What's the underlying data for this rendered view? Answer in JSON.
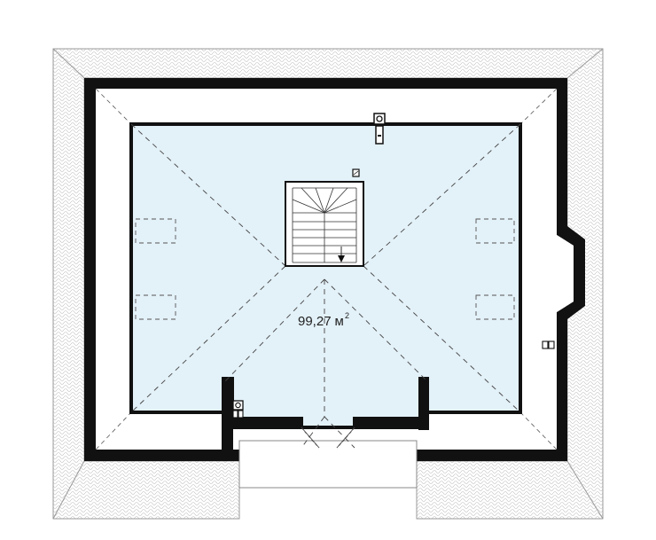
{
  "plan": {
    "area_value": "99,27",
    "area_unit": "м",
    "area_exponent": "2",
    "colors": {
      "room_fill": "#e3f1f8",
      "wall": "#111111",
      "roof_tile": "#c9c9c9",
      "background": "#ffffff"
    },
    "icons": [
      "roof-tile-pattern",
      "staircase-icon",
      "chimney-icon",
      "skylight-icon",
      "ventilation-icon"
    ]
  }
}
